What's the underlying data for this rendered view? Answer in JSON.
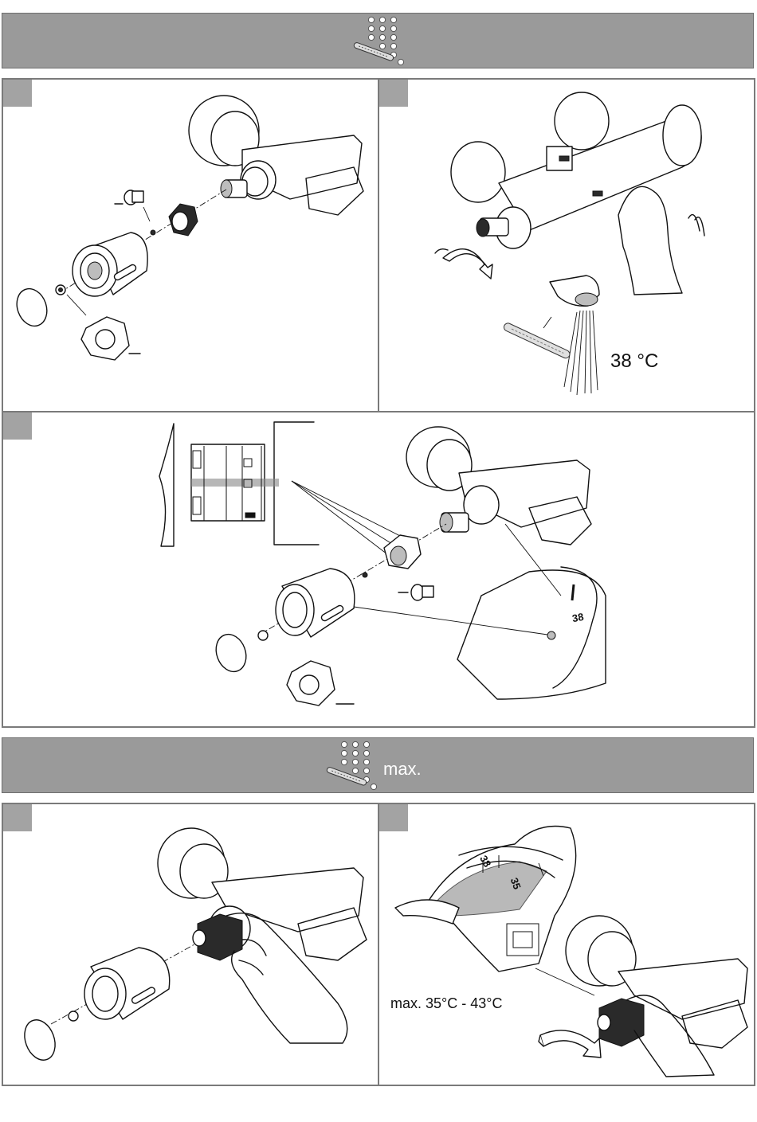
{
  "band1": {
    "icon": "thermometer-dots-icon"
  },
  "band2": {
    "icon": "thermometer-dots-icon",
    "label": "max."
  },
  "panel2": {
    "temperature_label": "38 °C"
  },
  "panel3": {
    "scale_value": "38"
  },
  "panel5": {
    "range_label": "max. 35°C - 43°C",
    "scale_values": [
      "38",
      "35"
    ]
  },
  "colors": {
    "band": "#9a9a9a",
    "corner": "#a3a3a3",
    "border": "#7a7a7a"
  }
}
